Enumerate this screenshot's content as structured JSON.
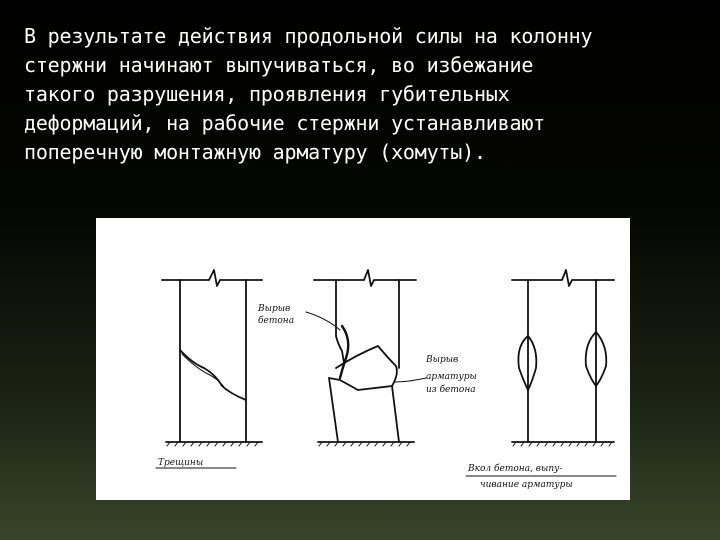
{
  "slide": {
    "text_lines": [
      "В результате действия продольной силы на колонну",
      "стержни начинают выпучиваться, во избежание",
      "такого разрушения, проявления губительных",
      "деформаций, на рабочие стержни устанавливают",
      "поперечную монтажную арматуру (хомуты)."
    ]
  },
  "figure": {
    "labels": {
      "cracks": "Трещины",
      "tear_out_concrete_line1": "Вырыв",
      "tear_out_concrete_line2": "бетона",
      "tear_out_rebar_line1": "Вырыв",
      "tear_out_rebar_line2": "арматуры",
      "tear_out_rebar_line3": "из бетона",
      "spall_line1": "Вкол бетона, выпу-",
      "spall_line2": "чивание арматуры"
    }
  }
}
